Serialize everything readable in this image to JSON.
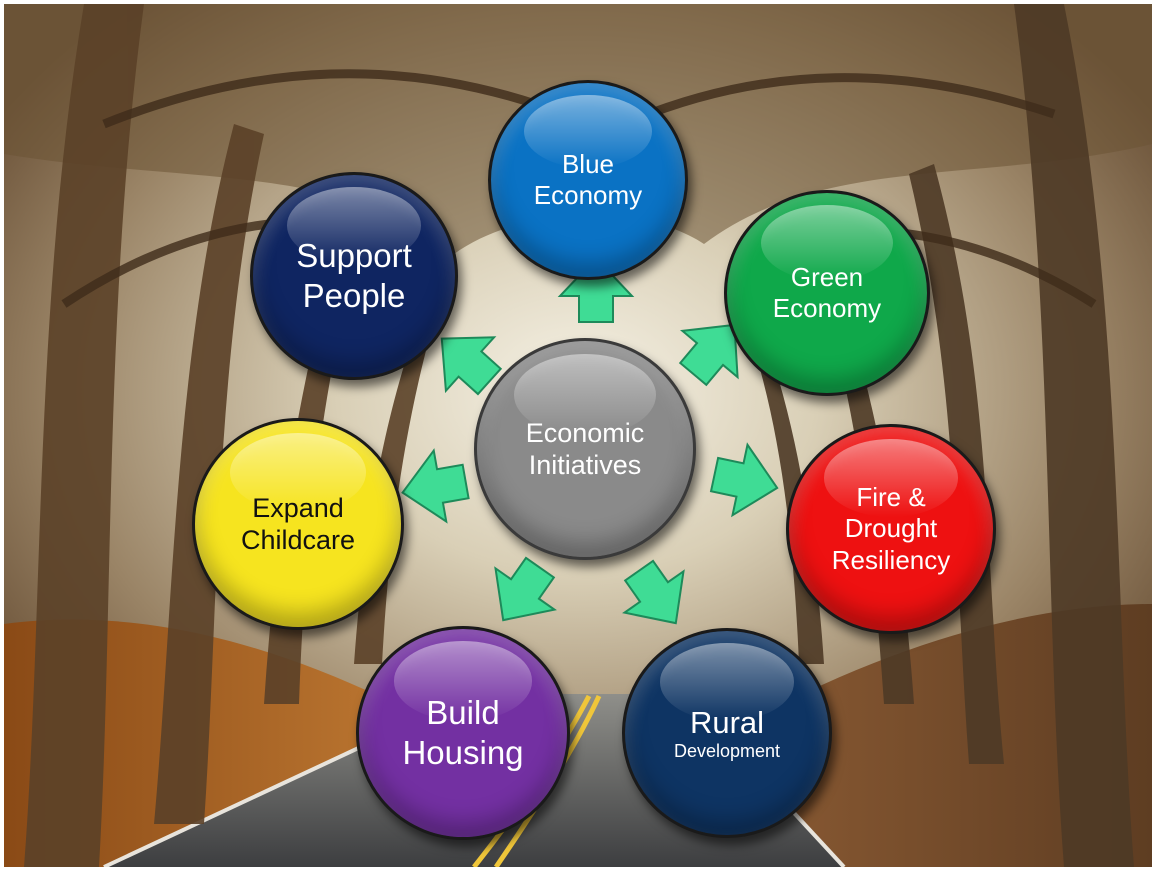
{
  "hub": {
    "line1": "Economic",
    "line2": "Initiatives"
  },
  "nodes": {
    "blue_economy": {
      "line1": "Blue",
      "line2": "Economy"
    },
    "green_economy": {
      "line1": "Green",
      "line2": "Economy"
    },
    "fire_drought": {
      "line1": "Fire &",
      "line2": "Drought",
      "line3": "Resiliency"
    },
    "rural": {
      "line1": "Rural",
      "line2": "Development"
    },
    "housing": {
      "line1": "Build",
      "line2": "Housing"
    },
    "childcare": {
      "line1": "Expand",
      "line2": "Childcare"
    },
    "people": {
      "line1": "Support",
      "line2": "People"
    }
  },
  "colors": {
    "hub": "#8a8a8a",
    "blue_economy": "#0a72c4",
    "green_economy": "#0fa84a",
    "fire_drought": "#ee1111",
    "rural": "#0e3463",
    "housing": "#7330a2",
    "childcare": "#f6e41f",
    "people": "#0f2561",
    "arrows": "#3fdc95"
  }
}
